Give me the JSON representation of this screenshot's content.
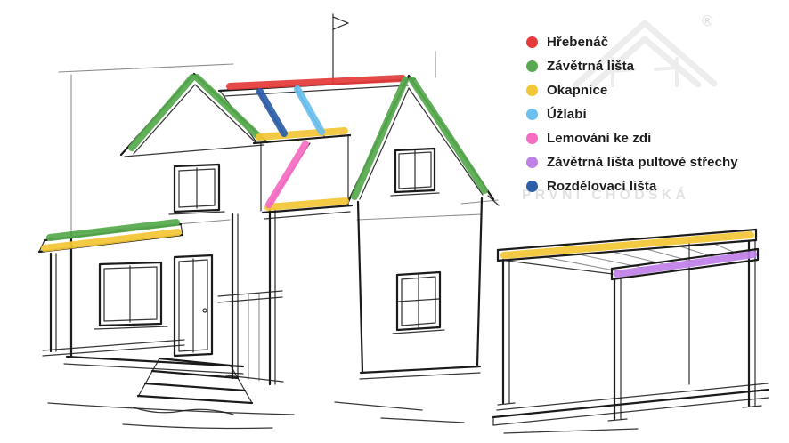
{
  "watermark": {
    "brand_text": "PRVNÍ CHODSKÁ",
    "registered_mark": "®",
    "color": "#e2e2e2"
  },
  "legend": {
    "items": [
      {
        "label": "Hřebenáč",
        "color": "#e53b3b"
      },
      {
        "label": "Závětrná lišta",
        "color": "#57aa4f"
      },
      {
        "label": "Okapnice",
        "color": "#f3c636"
      },
      {
        "label": "Úžlabí",
        "color": "#6ac0ee"
      },
      {
        "label": "Lemování ke zdi",
        "color": "#f56cc3"
      },
      {
        "label": "Závětrná lišta pultové střechy",
        "color": "#bf80e8"
      },
      {
        "label": "Rozdělovací lišta",
        "color": "#2d5fa9"
      }
    ]
  }
}
